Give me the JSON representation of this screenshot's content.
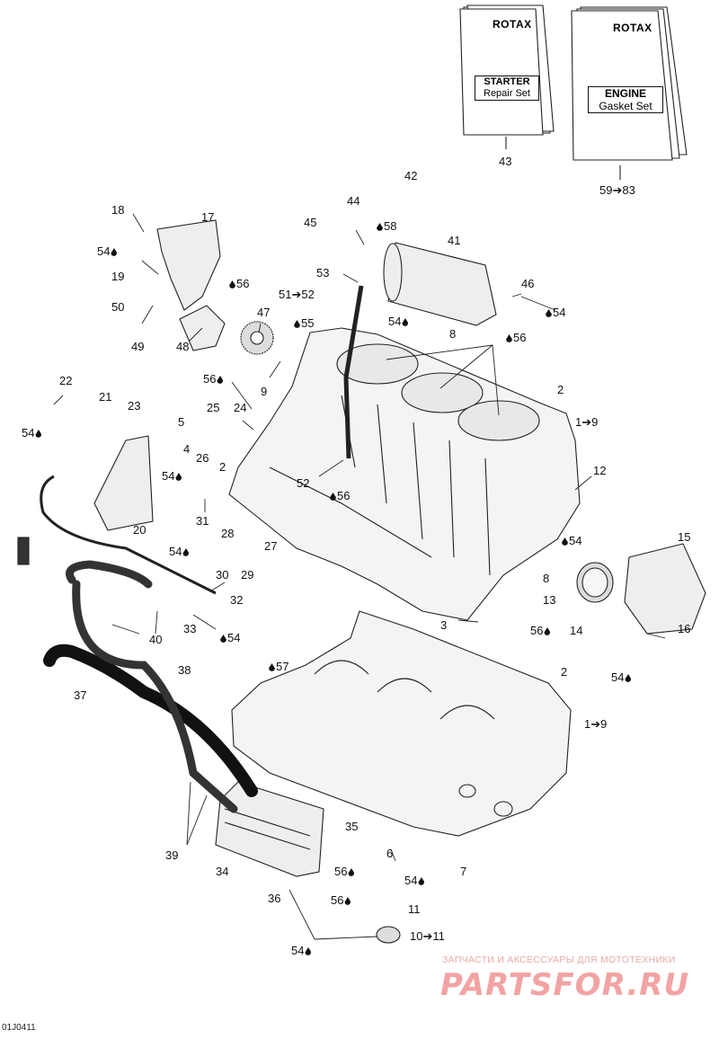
{
  "doc_starter": {
    "brand": "ROTAX",
    "line1": "STARTER",
    "line2": "Repair Set",
    "ref": "43"
  },
  "doc_engine": {
    "brand": "ROTAX",
    "line1": "ENGINE",
    "line2": "Gasket Set",
    "ref": "59➔83"
  },
  "diagram_code": "01J0411",
  "watermark": {
    "subtitle": "ЗАПЧАСТИ И АКСЕССУАРЫ ДЛЯ МОТОТЕХНИКИ",
    "brand": "PARTSFOR.RU"
  },
  "callouts": [
    {
      "id": "c18",
      "text": "18"
    },
    {
      "id": "c17",
      "text": "17"
    },
    {
      "id": "c54a",
      "text": "54"
    },
    {
      "id": "c19",
      "text": "19"
    },
    {
      "id": "c50",
      "text": "50"
    },
    {
      "id": "c49",
      "text": "49"
    },
    {
      "id": "c48",
      "text": "48"
    },
    {
      "id": "c56a",
      "text": "56"
    },
    {
      "id": "c47",
      "text": "47"
    },
    {
      "id": "c55",
      "text": "55"
    },
    {
      "id": "c9a",
      "text": "9"
    },
    {
      "id": "c42",
      "text": "42"
    },
    {
      "id": "c44",
      "text": "44"
    },
    {
      "id": "c45",
      "text": "45"
    },
    {
      "id": "c58",
      "text": "58"
    },
    {
      "id": "c41",
      "text": "41"
    },
    {
      "id": "c53",
      "text": "53"
    },
    {
      "id": "c5152",
      "text": "51➔52"
    },
    {
      "id": "c54b",
      "text": "54"
    },
    {
      "id": "c8a",
      "text": "8"
    },
    {
      "id": "c46",
      "text": "46"
    },
    {
      "id": "c54c",
      "text": "54"
    },
    {
      "id": "c56b",
      "text": "56"
    },
    {
      "id": "c2a",
      "text": "2"
    },
    {
      "id": "c19b",
      "text": "1➔9"
    },
    {
      "id": "c22",
      "text": "22"
    },
    {
      "id": "c21",
      "text": "21"
    },
    {
      "id": "c23",
      "text": "23"
    },
    {
      "id": "c54d",
      "text": "54"
    },
    {
      "id": "c56c",
      "text": "56"
    },
    {
      "id": "c25",
      "text": "25"
    },
    {
      "id": "c24",
      "text": "24"
    },
    {
      "id": "c5",
      "text": "5"
    },
    {
      "id": "c4",
      "text": "4"
    },
    {
      "id": "c26",
      "text": "26"
    },
    {
      "id": "c2b",
      "text": "2"
    },
    {
      "id": "c54e",
      "text": "54"
    },
    {
      "id": "c52",
      "text": "52"
    },
    {
      "id": "c56d",
      "text": "56"
    },
    {
      "id": "c12",
      "text": "12"
    },
    {
      "id": "c31",
      "text": "31"
    },
    {
      "id": "c20",
      "text": "20"
    },
    {
      "id": "c28",
      "text": "28"
    },
    {
      "id": "c27",
      "text": "27"
    },
    {
      "id": "c54f",
      "text": "54"
    },
    {
      "id": "c30",
      "text": "30"
    },
    {
      "id": "c29",
      "text": "29"
    },
    {
      "id": "c32",
      "text": "32"
    },
    {
      "id": "c54g",
      "text": "54"
    },
    {
      "id": "c15",
      "text": "15"
    },
    {
      "id": "c8b",
      "text": "8"
    },
    {
      "id": "c13",
      "text": "13"
    },
    {
      "id": "c56e",
      "text": "56"
    },
    {
      "id": "c14",
      "text": "14"
    },
    {
      "id": "c16",
      "text": "16"
    },
    {
      "id": "c54h",
      "text": "54"
    },
    {
      "id": "c3",
      "text": "3"
    },
    {
      "id": "c33",
      "text": "33"
    },
    {
      "id": "c54i",
      "text": "54"
    },
    {
      "id": "c40",
      "text": "40"
    },
    {
      "id": "c38",
      "text": "38"
    },
    {
      "id": "c37",
      "text": "37"
    },
    {
      "id": "c57",
      "text": "57"
    },
    {
      "id": "c2c",
      "text": "2"
    },
    {
      "id": "c19c",
      "text": "1➔9"
    },
    {
      "id": "c39",
      "text": "39"
    },
    {
      "id": "c35",
      "text": "35"
    },
    {
      "id": "c6",
      "text": "6"
    },
    {
      "id": "c34",
      "text": "34"
    },
    {
      "id": "c56f",
      "text": "56"
    },
    {
      "id": "c54j",
      "text": "54"
    },
    {
      "id": "c7",
      "text": "7"
    },
    {
      "id": "c36",
      "text": "36"
    },
    {
      "id": "c56g",
      "text": "56"
    },
    {
      "id": "c11",
      "text": "11"
    },
    {
      "id": "c1011",
      "text": "10➔11"
    },
    {
      "id": "c54k",
      "text": "54"
    }
  ]
}
